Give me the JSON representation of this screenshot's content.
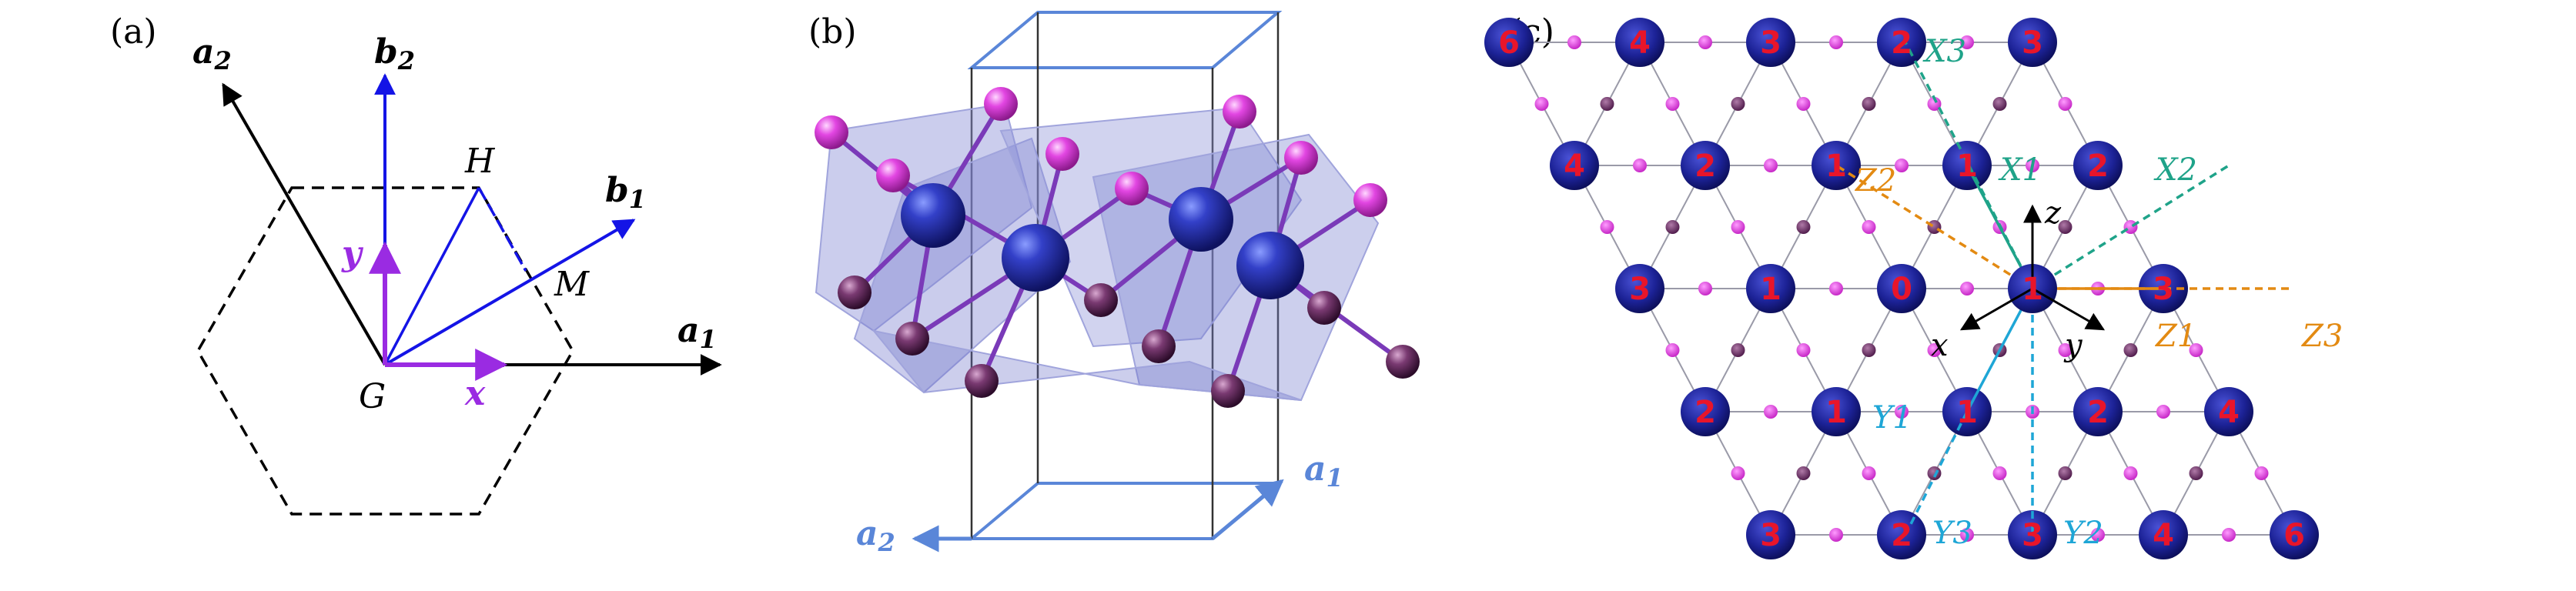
{
  "panels": {
    "a": {
      "label": "(a)",
      "points": {
        "H": "H",
        "M": "M",
        "G": "G"
      },
      "vectors": {
        "a1": {
          "base": "a",
          "sub": "1"
        },
        "a2": {
          "base": "a",
          "sub": "2"
        },
        "b1": {
          "base": "b",
          "sub": "1"
        },
        "b2": {
          "base": "b",
          "sub": "2"
        },
        "x": "x",
        "y": "y"
      }
    },
    "b": {
      "label": "(b)",
      "vectors": {
        "a1": {
          "base": "a",
          "sub": "1"
        },
        "a2": {
          "base": "a",
          "sub": "2"
        }
      }
    },
    "c": {
      "label": "(c)",
      "axes": {
        "x": "x",
        "y": "y",
        "z": "z"
      },
      "bond_labels": {
        "X1": "X1",
        "X2": "X2",
        "X3": "X3",
        "Y1": "Y1",
        "Y2": "Y2",
        "Y3": "Y3",
        "Z1": "Z1",
        "Z2": "Z2",
        "Z3": "Z3"
      },
      "site_numbers": [
        "6",
        "4",
        "3",
        "2",
        "3",
        "4",
        "2",
        "1",
        "1",
        "2",
        "3",
        "1",
        "0",
        "1",
        "3",
        "2",
        "1",
        "1",
        "2",
        "4",
        "3",
        "2",
        "3",
        "4",
        "6"
      ]
    }
  },
  "colors": {
    "black": "#000000",
    "blue": "#1414e6",
    "purple": "#9a2be2",
    "lattice_blue": "#5a86d8",
    "green": "#1fa389",
    "orange": "#e38a12",
    "cyan": "#1ea6d6",
    "atom_dark": "#161a7a",
    "atom_pink": "#e23be2",
    "site_red": "#e8152a"
  }
}
